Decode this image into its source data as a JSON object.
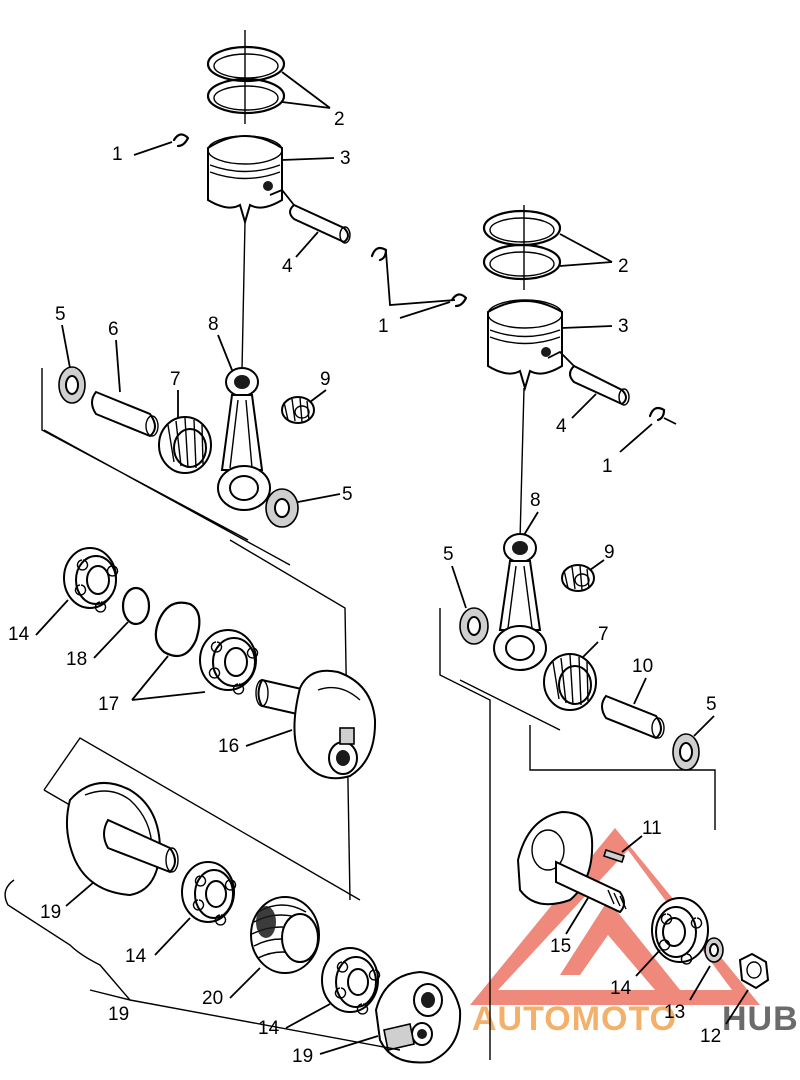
{
  "callouts": {
    "left_1a": "1",
    "left_2": "2",
    "left_3": "3",
    "left_4": "4",
    "right_1a": "1",
    "right_2": "2",
    "right_3": "3",
    "right_4": "4",
    "right_1b": "1",
    "left_5a": "5",
    "left_6": "6",
    "left_7": "7",
    "left_8": "8",
    "left_9": "9",
    "left_5b": "5",
    "right_5a": "5",
    "right_8": "8",
    "right_9": "9",
    "right_7": "7",
    "right_10": "10",
    "right_5b": "5",
    "left_14a": "14",
    "left_18": "18",
    "left_17": "17",
    "left_16": "16",
    "right_11": "11",
    "right_15": "15",
    "right_14": "14",
    "right_13": "13",
    "right_12": "12",
    "left_19a": "19",
    "left_14b": "14",
    "left_20": "20",
    "left_14c": "14",
    "left_19b": "19",
    "left_19c": "19"
  },
  "watermark": {
    "text_part1": "AUTOMOTO",
    "text_part2": "HUB",
    "color_orange": "#f2b06a",
    "color_grey": "#6b6b6b",
    "color_red": "#e8624f"
  }
}
